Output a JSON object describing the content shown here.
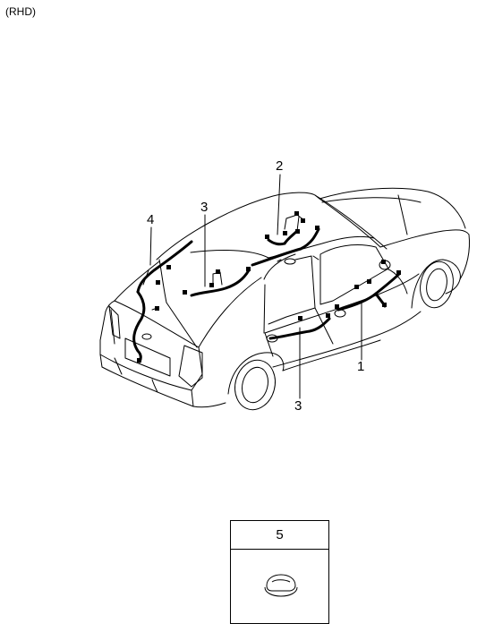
{
  "header": {
    "variant": "(RHD)"
  },
  "callouts": {
    "harness_1": "1",
    "harness_2": "2",
    "harness_3_top": "3",
    "harness_3_bottom": "3",
    "harness_4": "4"
  },
  "parts_box": {
    "number": "5"
  }
}
